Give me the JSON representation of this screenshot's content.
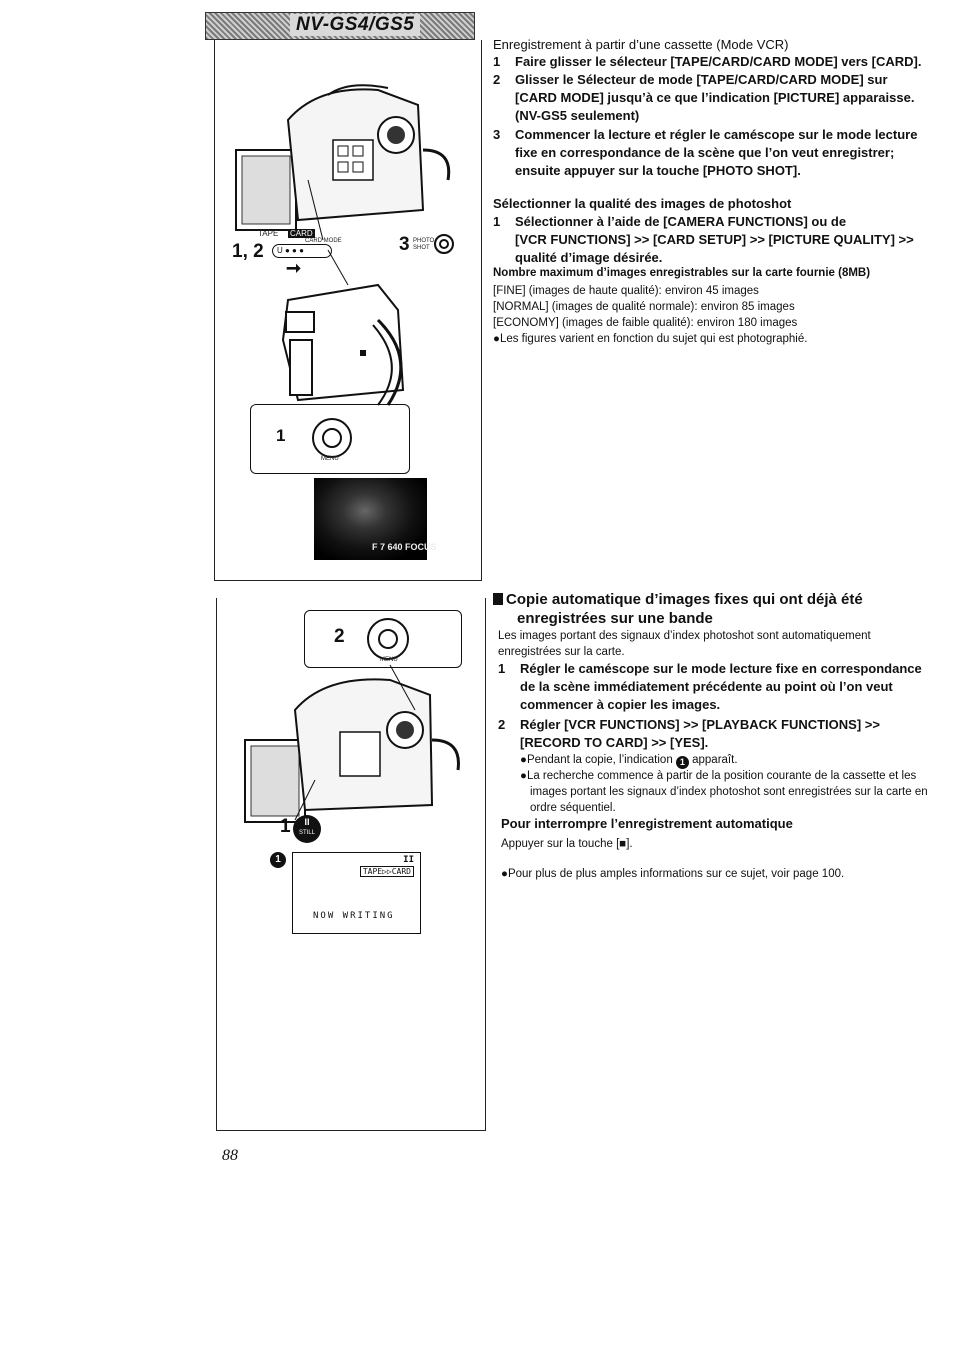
{
  "header": {
    "model_title": "NV-GS4/GS5"
  },
  "figure1": {
    "step_label_12": "1, 2",
    "step_label_3": "3",
    "step_label_1": "1",
    "tape_label": "TAPE",
    "card_label": "CARD",
    "card_mode_label": "CARD MODE",
    "photo_shot_label": "PHOTO SHOT",
    "menu_label": "MENU",
    "photo_caption": "F 7 640 FOCUS"
  },
  "figure2": {
    "step_label_2": "2",
    "step_label_1": "1",
    "menu_label": "MENU",
    "still_label": "STILL",
    "indicator_number": "1",
    "screen_mode": "TAPE▷▷CARD",
    "screen_pause": "II",
    "screen_status": "NOW WRITING"
  },
  "section1": {
    "intro": "Enregistrement à partir d’une cassette (Mode VCR)",
    "steps": [
      {
        "num": "1",
        "text": "Faire glisser le sélecteur [TAPE/CARD/CARD MODE] vers [CARD]."
      },
      {
        "num": "2",
        "text_line1": "Glisser le Sélecteur de mode [TAPE/CARD/CARD MODE] sur",
        "text_line2": "[CARD MODE] jusqu’à ce que l’indication [PICTURE] apparaisse.",
        "text_line3": "(NV-GS5 seulement)"
      },
      {
        "num": "3",
        "text_line1": "Commencer la lecture et régler le caméscope sur le mode lecture",
        "text_line2": "fixe en correspondance de la scène que l’on veut enregistrer;",
        "text_line3": "ensuite appuyer sur la touche [PHOTO SHOT]."
      }
    ]
  },
  "section2": {
    "heading": "Sélectionner la qualité des images de photoshot",
    "step_num": "1",
    "step_line1": "Sélectionner à l’aide de [CAMERA FUNCTIONS] ou de",
    "step_line2": "[VCR FUNCTIONS] >> [CARD SETUP] >> [PICTURE QUALITY] >>",
    "step_line3": "qualité d’image désirée.",
    "capacity_title": "Nombre maximum d’images enregistrables sur la carte fournie (8MB)",
    "capacity": [
      "[FINE] (images de haute qualité): environ 45 images",
      "[NORMAL] (images de qualité normale): environ 85 images",
      "[ECONOMY] (images de faible qualité): environ 180 images"
    ],
    "note": "●Les figures varient en fonction du sujet qui est photographié."
  },
  "section3": {
    "title_line1": "Copie automatique d’images fixes qui ont déjà été",
    "title_line2": "enregistrées sur une bande",
    "intro_line1": "Les images portant des signaux d’index photoshot sont automatiquement",
    "intro_line2": "enregistrées sur la carte.",
    "step1_num": "1",
    "step1_line1": "Régler le caméscope sur le mode lecture fixe en correspondance",
    "step1_line2": "de la scène immédiatement précédente au point où l’on veut",
    "step1_line3": "commencer à copier les images.",
    "step2_num": "2",
    "step2_line1": "Régler [VCR FUNCTIONS] >> [PLAYBACK FUNCTIONS] >>",
    "step2_line2": "[RECORD TO CARD] >> [YES].",
    "bullet1_before": "●Pendant la copie, l’indication",
    "bullet1_after": "apparaît.",
    "bullet2_line1": "●La recherche commence à partir de la position courante de la cassette et les",
    "bullet2_line2": "images portant les signaux d’index photoshot sont enregistrées sur la carte en",
    "bullet2_line3": "ordre séquentiel.",
    "stop_heading": "Pour interrompre l’enregistrement automatique",
    "stop_text": "Appuyer sur la touche [■].",
    "more_info": "●Pour plus de plus amples informations sur ce sujet, voir page 100."
  },
  "footer": {
    "page_number": "88"
  }
}
